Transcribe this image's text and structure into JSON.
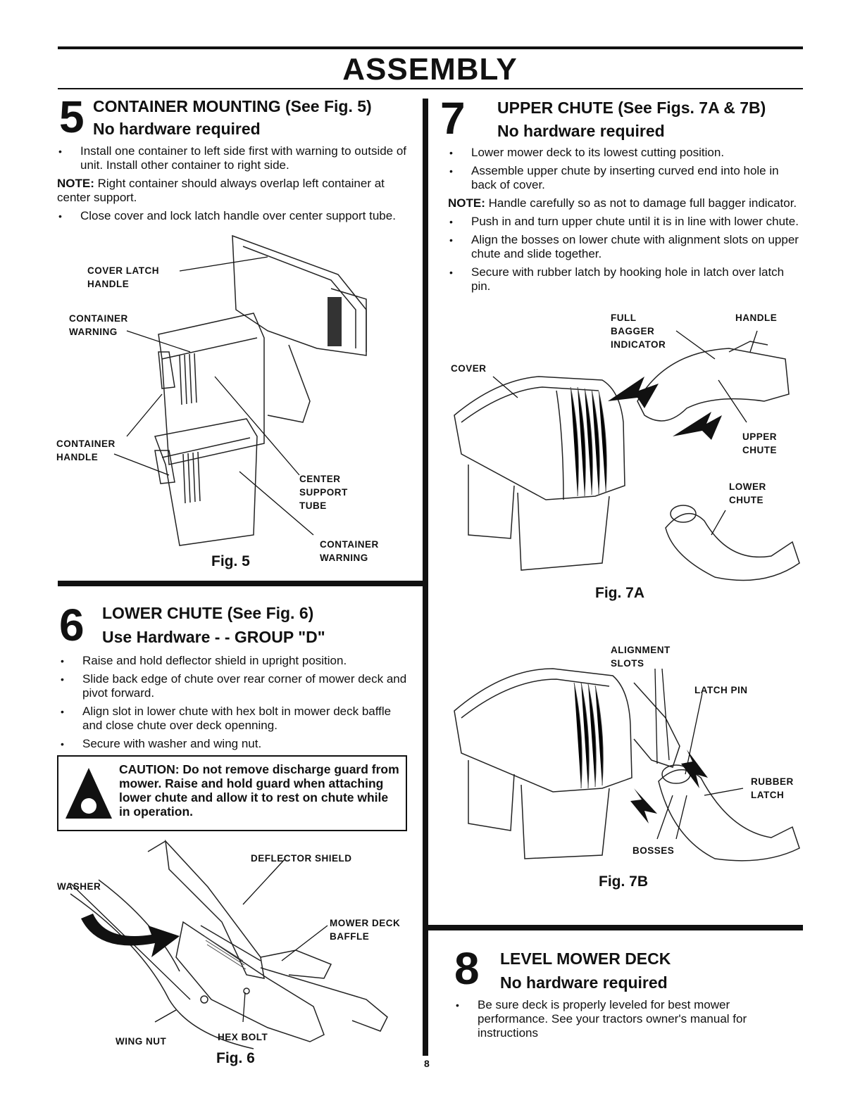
{
  "title": "ASSEMBLY",
  "page_number": "8",
  "steps": {
    "s5": {
      "number": "5",
      "heading": "CONTAINER MOUNTING (See Fig. 5)",
      "subheading": "No hardware required",
      "bullets": [
        "Install one container to left side first with warning to outside of unit. Install other container to right side."
      ],
      "note_label": "NOTE:",
      "note_text": " Right container should always overlap left container at center support.",
      "bullets2": [
        "Close cover and lock latch handle over center support tube."
      ],
      "labels": {
        "cover_latch": "COVER LATCH\nHANDLE",
        "container_warning_1": "CONTAINER\nWARNING",
        "container_handle": "CONTAINER\nHANDLE",
        "center_support": "CENTER\nSUPPORT\nTUBE",
        "container_warning_2": "CONTAINER\nWARNING"
      },
      "figure": "Fig. 5"
    },
    "s6": {
      "number": "6",
      "heading": "LOWER CHUTE (See Fig. 6)",
      "subheading": "Use Hardware - - GROUP \"D\"",
      "bullets": [
        "Raise and hold deflector shield in upright position.",
        "Slide back edge of chute over rear corner of mower deck and pivot forward.",
        "Align slot in lower chute with hex bolt in mower deck baffle and close chute over deck openning.",
        "Secure with washer and wing nut."
      ],
      "caution": "CAUTION: Do not remove discharge guard from mower. Raise and hold guard when attaching lower chute and allow it to rest on chute while in operation.",
      "labels": {
        "deflector": "DEFLECTOR SHIELD",
        "washer": "WASHER",
        "baffle": "MOWER DECK\nBAFFLE",
        "wing_nut": "WING NUT",
        "hex_bolt": "HEX BOLT"
      },
      "figure": "Fig. 6"
    },
    "s7": {
      "number": "7",
      "heading": "UPPER CHUTE  (See Figs. 7A & 7B)",
      "subheading": "No hardware required",
      "bullets": [
        "Lower mower deck to its lowest cutting position.",
        "Assemble upper chute by inserting curved end into hole in back of cover."
      ],
      "note_label": "NOTE:",
      "note_text": " Handle carefully so as not to damage full bagger indicator.",
      "bullets2": [
        "Push in and turn upper chute until it is in line with lower chute.",
        "Align the bosses on lower chute with alignment slots on upper chute and slide together.",
        "Secure with rubber latch by hooking hole in latch over latch pin."
      ],
      "labels": {
        "full_bagger": "FULL\nBAGGER\nINDICATOR",
        "handle": "HANDLE",
        "cover": "COVER",
        "upper_chute": "UPPER\nCHUTE",
        "lower_chute": "LOWER\nCHUTE",
        "alignment_slots": "ALIGNMENT\nSLOTS",
        "latch_pin": "LATCH PIN",
        "rubber_latch": "RUBBER\nLATCH",
        "bosses": "BOSSES"
      },
      "figure_a": "Fig. 7A",
      "figure_b": "Fig. 7B"
    },
    "s8": {
      "number": "8",
      "heading": "LEVEL MOWER DECK",
      "subheading": "No hardware required",
      "bullets": [
        "Be sure deck is properly leveled for best mower performance. See your tractors owner's manual for instructions"
      ]
    }
  },
  "icons": {
    "caution": "warning-triangle-icon"
  }
}
